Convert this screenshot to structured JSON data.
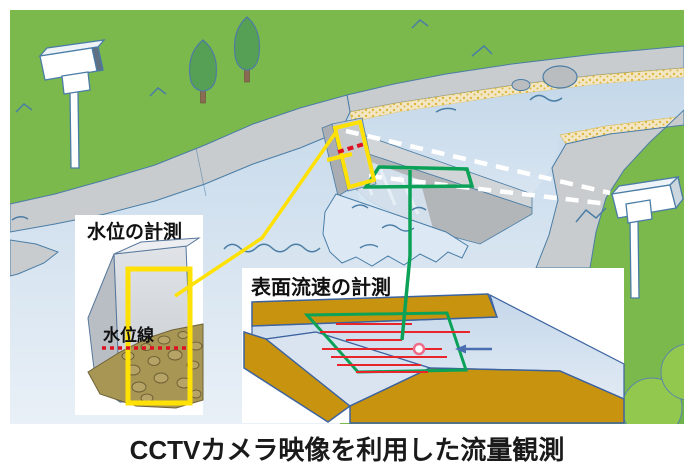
{
  "caption": {
    "text": "CCTVカメラ映像を利用した流量観測"
  },
  "insets": {
    "water_level": {
      "title": "水位の計測",
      "line_label": "水位線"
    },
    "surface_velocity": {
      "title": "表面流速の計測"
    }
  },
  "icons": [
    "cctv-camera-icon-left",
    "cctv-camera-icon-right",
    "tree-icon",
    "flow-direction-arrow-icon"
  ],
  "palette": {
    "grass_green": "#7bb94d",
    "bush_green": "#93c84f",
    "tree_green": "#55a054",
    "water_blue_top": "#bdd3e7",
    "water_blue_bottom": "#e9f0f7",
    "rock_gray": "#c9ccce",
    "weir_gray": "#b2b6b9",
    "sand_beige": "#f2e6c4",
    "outline_blue": "#4a7da6",
    "highlight_yellow": "#ffe105",
    "highlight_green": "#0ba257",
    "flow_line_red": "#e8252a",
    "water_level_red": "#dd1122",
    "arrow_blue": "#4a6fb0",
    "bank_ochre": "#c8930f",
    "muddy_water_tan": "#a89754",
    "sight_line_white": "#ffffff"
  }
}
